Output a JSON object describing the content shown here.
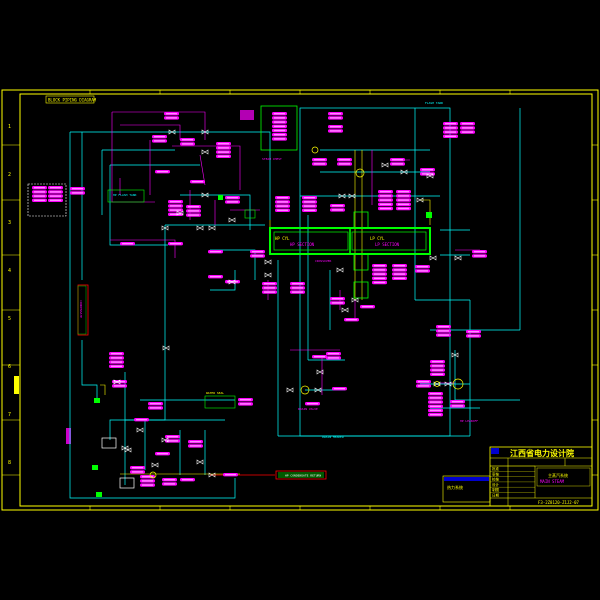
{
  "drawing": {
    "corner_tag": "BLOCK PIPING DIAGRAM",
    "border_numbers_left": [
      "1",
      "2",
      "3",
      "4",
      "5",
      "6",
      "7",
      "8"
    ],
    "title_block": {
      "company": "江西省电力设计院",
      "drawing_no": "F3-2Z8120-Z1J2-07",
      "project_box": "主蒸汽系统",
      "rows": [
        "批准",
        "审核",
        "校核",
        "设计",
        "制图",
        "日期"
      ]
    },
    "left_table_label": "热力系统",
    "bottom_right_label": "HP CONDENSATE RETURN",
    "colors": {
      "background": "#000000",
      "frame": "#ffff00",
      "pipe": "#00ffff",
      "equipment": "#00ff00",
      "tag": "#ff00ff",
      "valve": "#ffffff",
      "red_line": "#ff0000"
    }
  }
}
